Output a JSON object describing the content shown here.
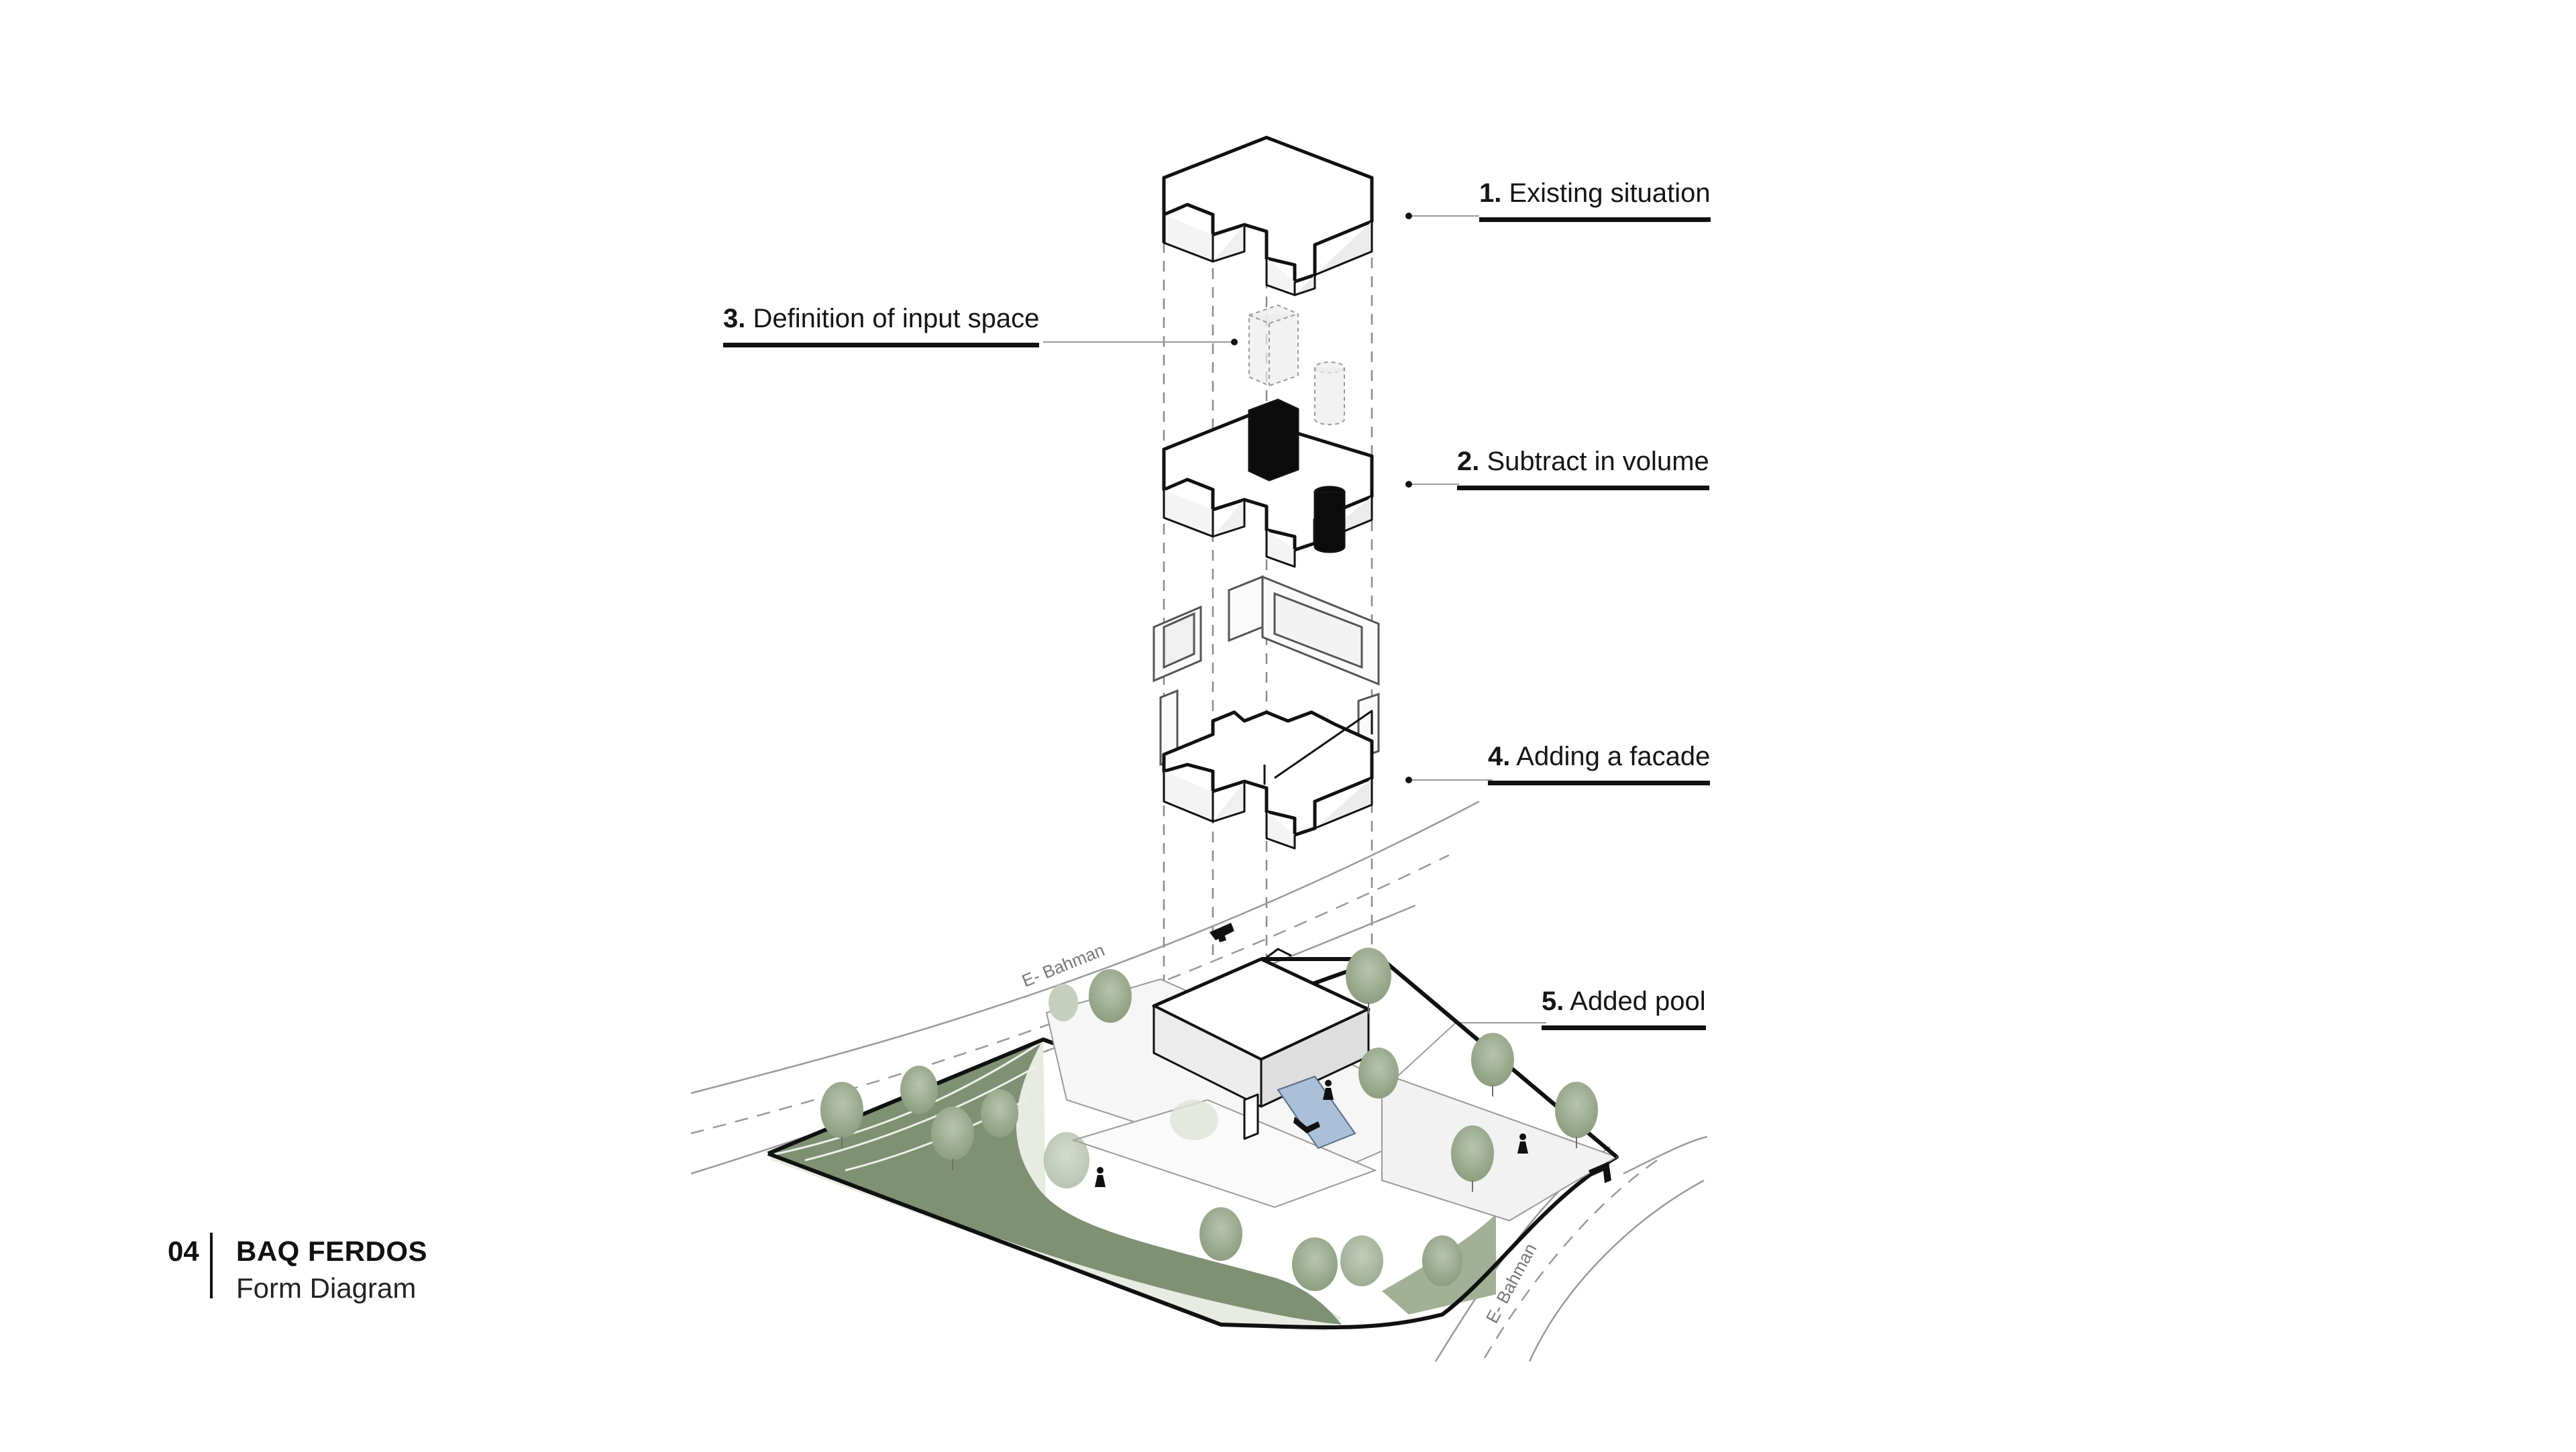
{
  "steps": [
    {
      "id": "existing",
      "number": "1.",
      "text": "Existing situation"
    },
    {
      "id": "subtract",
      "number": "2.",
      "text": "Subtract in volume"
    },
    {
      "id": "input",
      "number": "3.",
      "text": "Definition of input space"
    },
    {
      "id": "facade",
      "number": "4.",
      "text": "Adding a facade"
    },
    {
      "id": "pool",
      "number": "5.",
      "text": "Added  pool"
    }
  ],
  "page": {
    "number": "04",
    "title": "BAQ FERDOS",
    "subtitle": "Form Diagram"
  },
  "streets": [
    "E- Bahman",
    "E- Bahman"
  ],
  "colors": {
    "line": "#111111",
    "greenery": "#7e9172",
    "tree": "#9aaa8d",
    "pool": "#a9c0d8",
    "guide": "#8a8a8a"
  }
}
